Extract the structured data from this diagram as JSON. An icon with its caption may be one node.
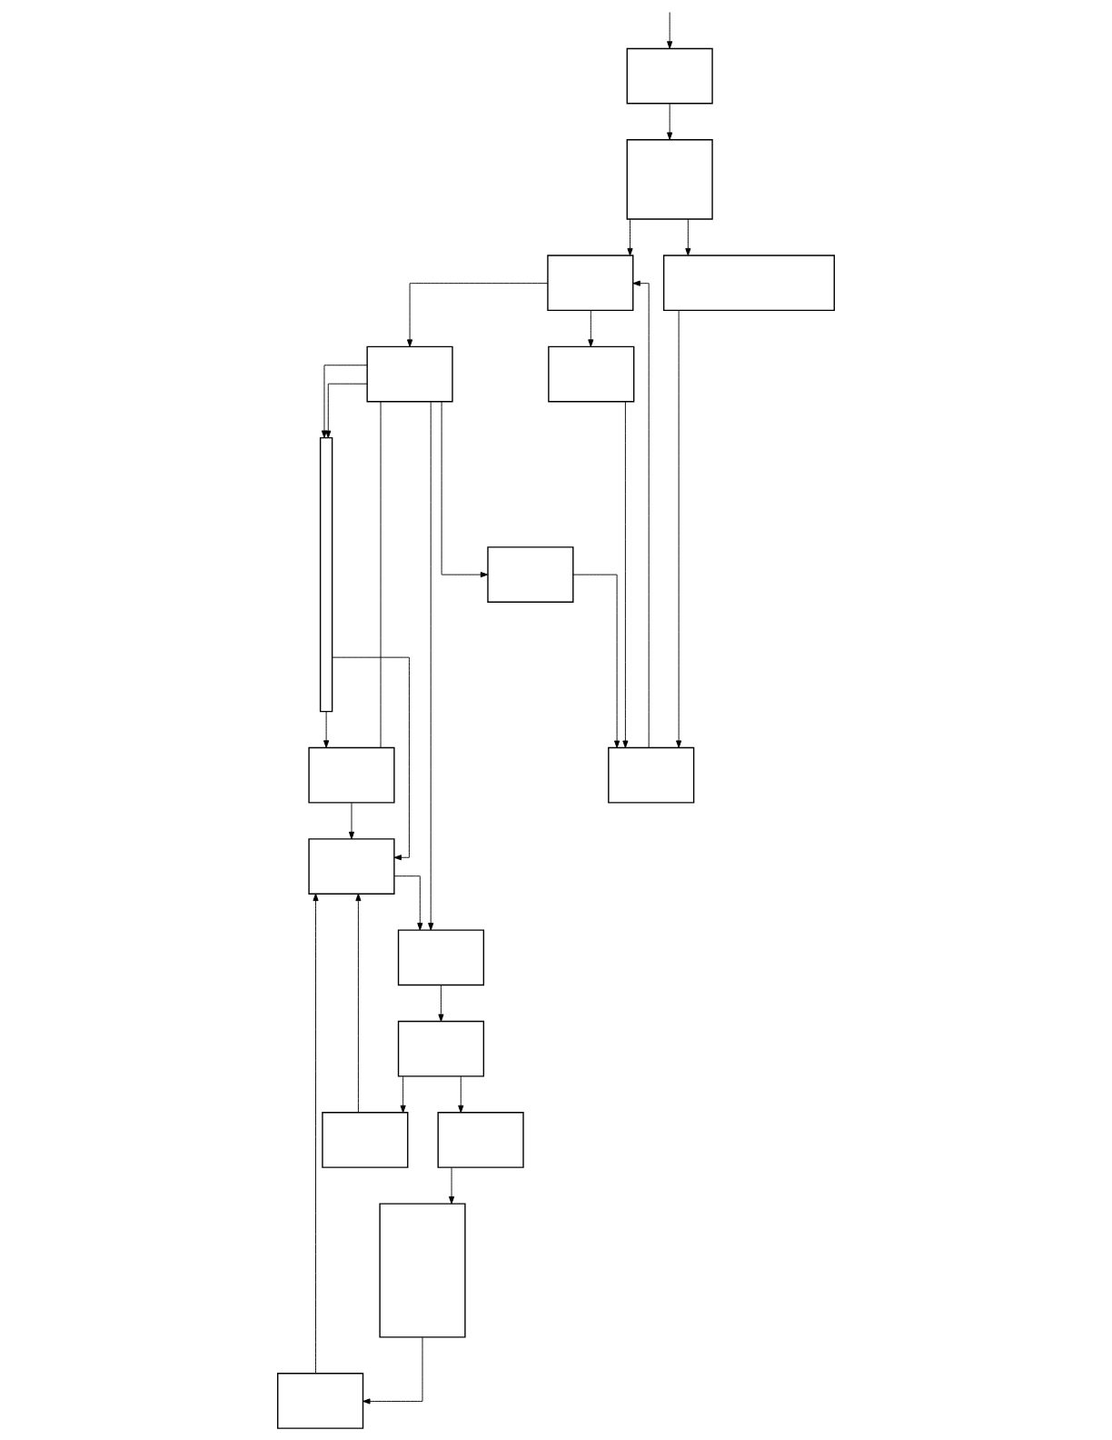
{
  "diagram": {
    "nodes": [
      {
        "text": [],
        "shape": "box"
      },
      {
        "text": [],
        "shape": "box"
      },
      {
        "text": [],
        "shape": "box"
      },
      {
        "text": [],
        "shape": "box"
      },
      {
        "text": [],
        "shape": "box"
      },
      {
        "text": [],
        "shape": "box"
      },
      {
        "text": [],
        "shape": "box"
      },
      {
        "text": [],
        "shape": "box"
      },
      {
        "text": [],
        "shape": "bar"
      },
      {
        "text": [],
        "shape": "box"
      },
      {
        "text": [],
        "shape": "box"
      },
      {
        "text": [],
        "shape": "box"
      },
      {
        "text": [],
        "shape": "box"
      },
      {
        "text": [],
        "shape": "box"
      },
      {
        "text": [],
        "shape": "box"
      },
      {
        "text": [],
        "shape": "box"
      },
      {
        "text": [],
        "shape": "box"
      }
    ],
    "edges": [
      {
        "from": null,
        "to": 0,
        "arrow": "to"
      },
      {
        "from": 0,
        "to": 1,
        "arrow": "to"
      },
      {
        "from": 1,
        "to": 2,
        "arrow": "to"
      },
      {
        "from": 2,
        "to": 3,
        "arrow": "to"
      },
      {
        "from": 1,
        "to": 4,
        "arrow": "to"
      },
      {
        "from": 4,
        "to": 5,
        "arrow": "to"
      },
      {
        "from": 5,
        "to": 2,
        "arrow": "to"
      },
      {
        "from": 2,
        "to": 6,
        "arrow": "to"
      },
      {
        "from": 6,
        "to": 5,
        "arrow": "to"
      },
      {
        "from": 3,
        "to": 7,
        "arrow": "to"
      },
      {
        "from": 7,
        "to": 5,
        "arrow": "to"
      },
      {
        "from": 3,
        "to": 8,
        "arrow": "to"
      },
      {
        "from": 3,
        "to": 8,
        "arrow": "to"
      },
      {
        "from": 3,
        "to": 12,
        "arrow": "to"
      },
      {
        "from": 3,
        "to": 16,
        "arrow": "none"
      },
      {
        "from": 8,
        "to": 16,
        "arrow": "to"
      },
      {
        "from": 8,
        "to": 15,
        "arrow": "to"
      },
      {
        "from": 16,
        "to": 15,
        "arrow": "to"
      },
      {
        "from": 15,
        "to": 12,
        "arrow": "to"
      },
      {
        "from": 12,
        "to": 11,
        "arrow": "to"
      },
      {
        "from": 11,
        "to": 10,
        "arrow": "to"
      },
      {
        "from": 11,
        "to": 14,
        "arrow": "to"
      },
      {
        "from": 10,
        "to": 9,
        "arrow": "to"
      },
      {
        "from": 9,
        "to": 13,
        "arrow": "to"
      },
      {
        "from": 14,
        "to": 15,
        "arrow": "to"
      },
      {
        "from": 13,
        "to": 15,
        "arrow": "to"
      }
    ]
  }
}
